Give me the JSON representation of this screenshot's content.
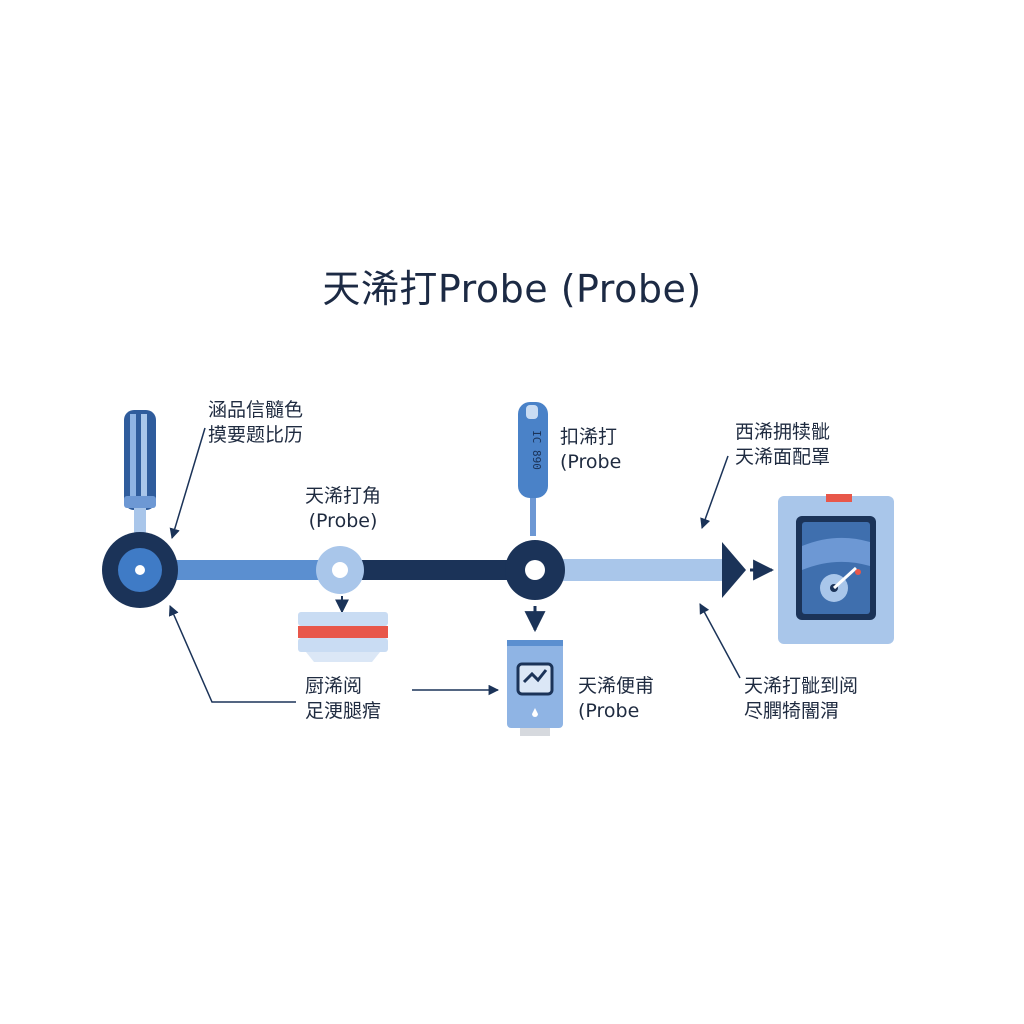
{
  "diagram": {
    "title": "天浠打Probe (Probe)",
    "labels": {
      "top_left": [
        "涵品信髓色",
        "摸要题比历"
      ],
      "mid_left": [
        "天浠打角",
        "(Probe)"
      ],
      "probe_top": [
        "扣浠打",
        "(Probe"
      ],
      "top_right": [
        "西浠拥犊骴",
        "天浠面配罩"
      ],
      "bottom_left": [
        "厨浠阅",
        "足浭腿痯"
      ],
      "bottom_mid": [
        "天浠便甫",
        "(Probe"
      ],
      "bottom_right": [
        "天浠打骴到阅",
        "尽膶犄闇渭"
      ]
    },
    "probe_marking": "IC 890",
    "colors": {
      "navy": "#1b3358",
      "mid_blue": "#5b8fd0",
      "light_blue": "#a9c6ea",
      "pale_blue": "#dbe7f6",
      "accent_red": "#e8574a"
    }
  }
}
